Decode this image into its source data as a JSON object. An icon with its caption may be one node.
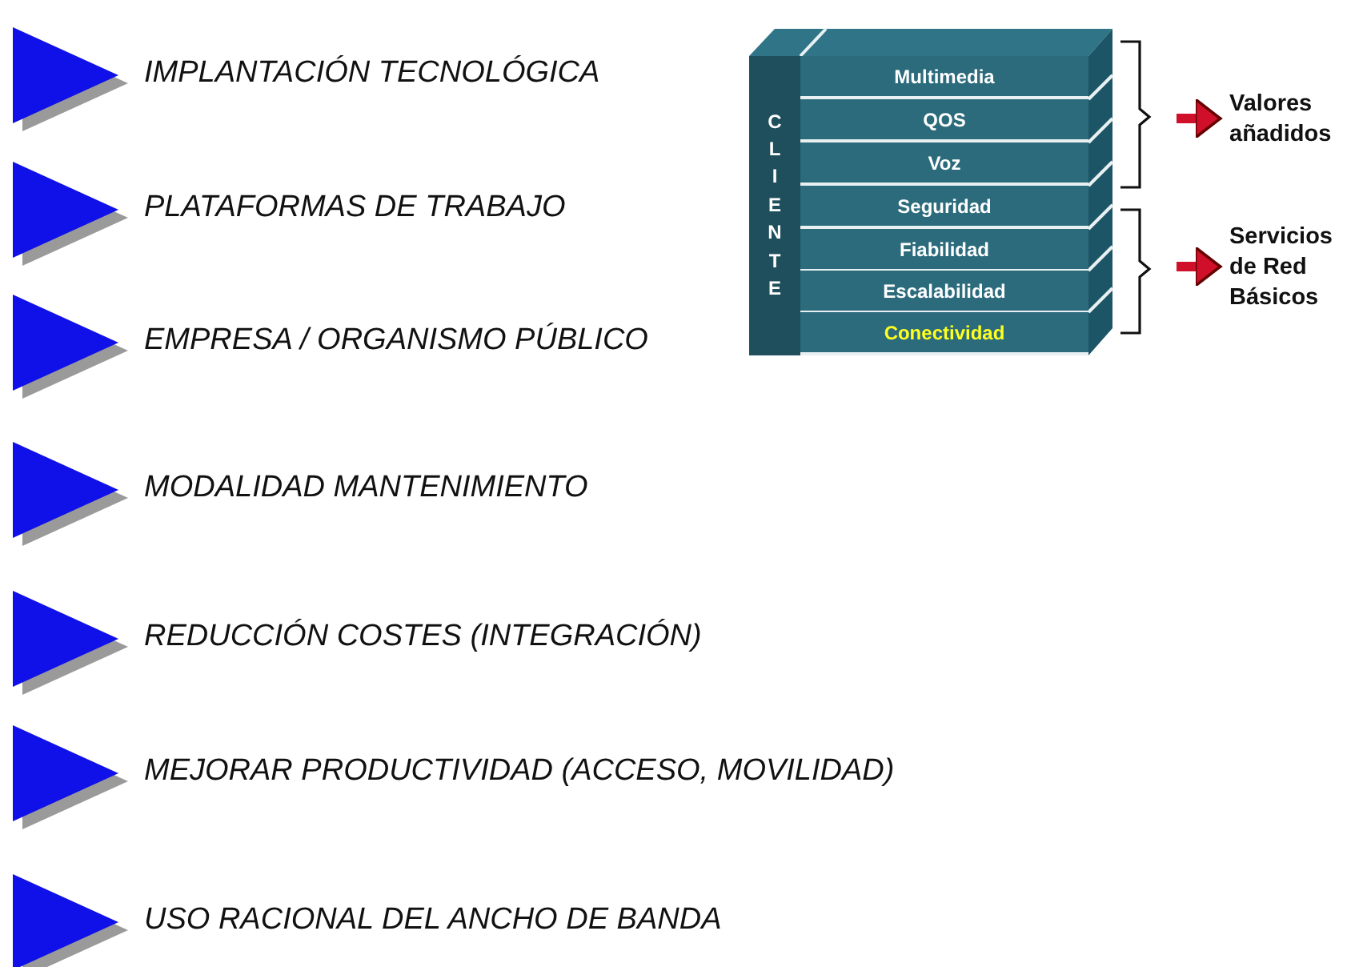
{
  "diagram": {
    "nodes": [
      {
        "text": [
          "CLIENTE"
        ]
      },
      {
        "text": [
          "Multimedia"
        ]
      },
      {
        "text": [
          "QOS"
        ]
      },
      {
        "text": [
          "Voz"
        ]
      },
      {
        "text": [
          "Seguridad"
        ]
      },
      {
        "text": [
          "Fiabilidad"
        ]
      },
      {
        "text": [
          "Escalabilidad"
        ]
      },
      {
        "text": [
          "Conectividad"
        ]
      },
      {
        "text": [
          "Valores añadidos"
        ]
      },
      {
        "text": [
          "Servicios de Red Básicos"
        ]
      }
    ],
    "edges": [
      {
        "from": null,
        "to": 8,
        "arrow": "to",
        "color": "#d0102a"
      },
      {
        "from": null,
        "to": 9,
        "arrow": "to",
        "color": "#d0102a"
      }
    ],
    "labels": [
      "IMPLANTACIÓN TECNOLÓGICA",
      "PLATAFORMAS DE TRABAJO",
      "EMPRESA / ORGANISMO PÚBLICO",
      "MODALIDAD MANTENIMIENTO",
      "REDUCCIÓN COSTES (INTEGRACIÓN)",
      "MEJORAR PRODUCTIVIDAD (ACCESO, MOVILIDAD)",
      "USO RACIONAL DEL ANCHO DE BANDA"
    ]
  }
}
